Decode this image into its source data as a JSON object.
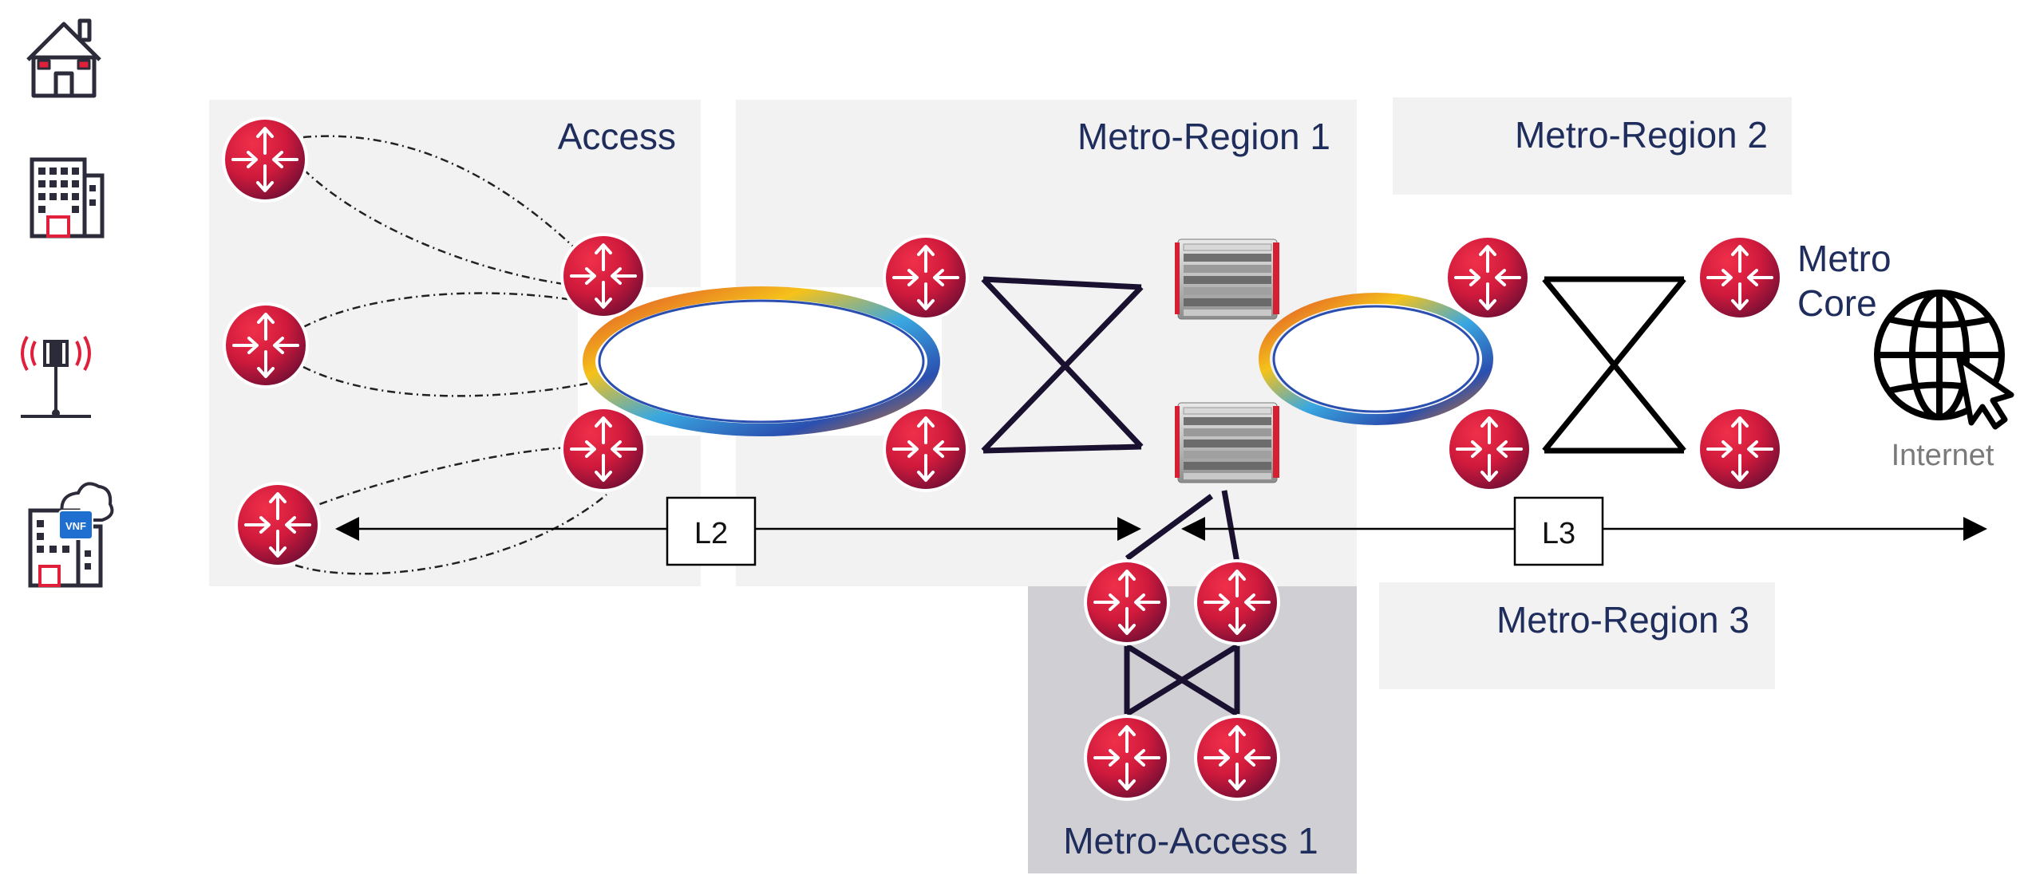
{
  "regions": {
    "access": "Access",
    "metro_region_1": "Metro-Region 1",
    "metro_region_2": "Metro-Region 2",
    "metro_region_3": "Metro-Region 3",
    "metro_access_1": "Metro-Access 1",
    "metro_core_line1": "Metro",
    "metro_core_line2": "Core"
  },
  "scope_labels": {
    "l2": "L2",
    "l3": "L3"
  },
  "internet_label": "Internet",
  "vnf_badge": "VNF",
  "left_icons": [
    "house-icon",
    "office-building-icon",
    "cell-tower-icon",
    "cloud-building-icon"
  ],
  "colors": {
    "router_dark": "#8a1030",
    "router_light": "#e0203a",
    "region_fill": "#f2f2f2",
    "metro_access_fill": "#cfcfd4",
    "label_blue": "#1f2d5c",
    "link_dark": "#1a1030"
  }
}
